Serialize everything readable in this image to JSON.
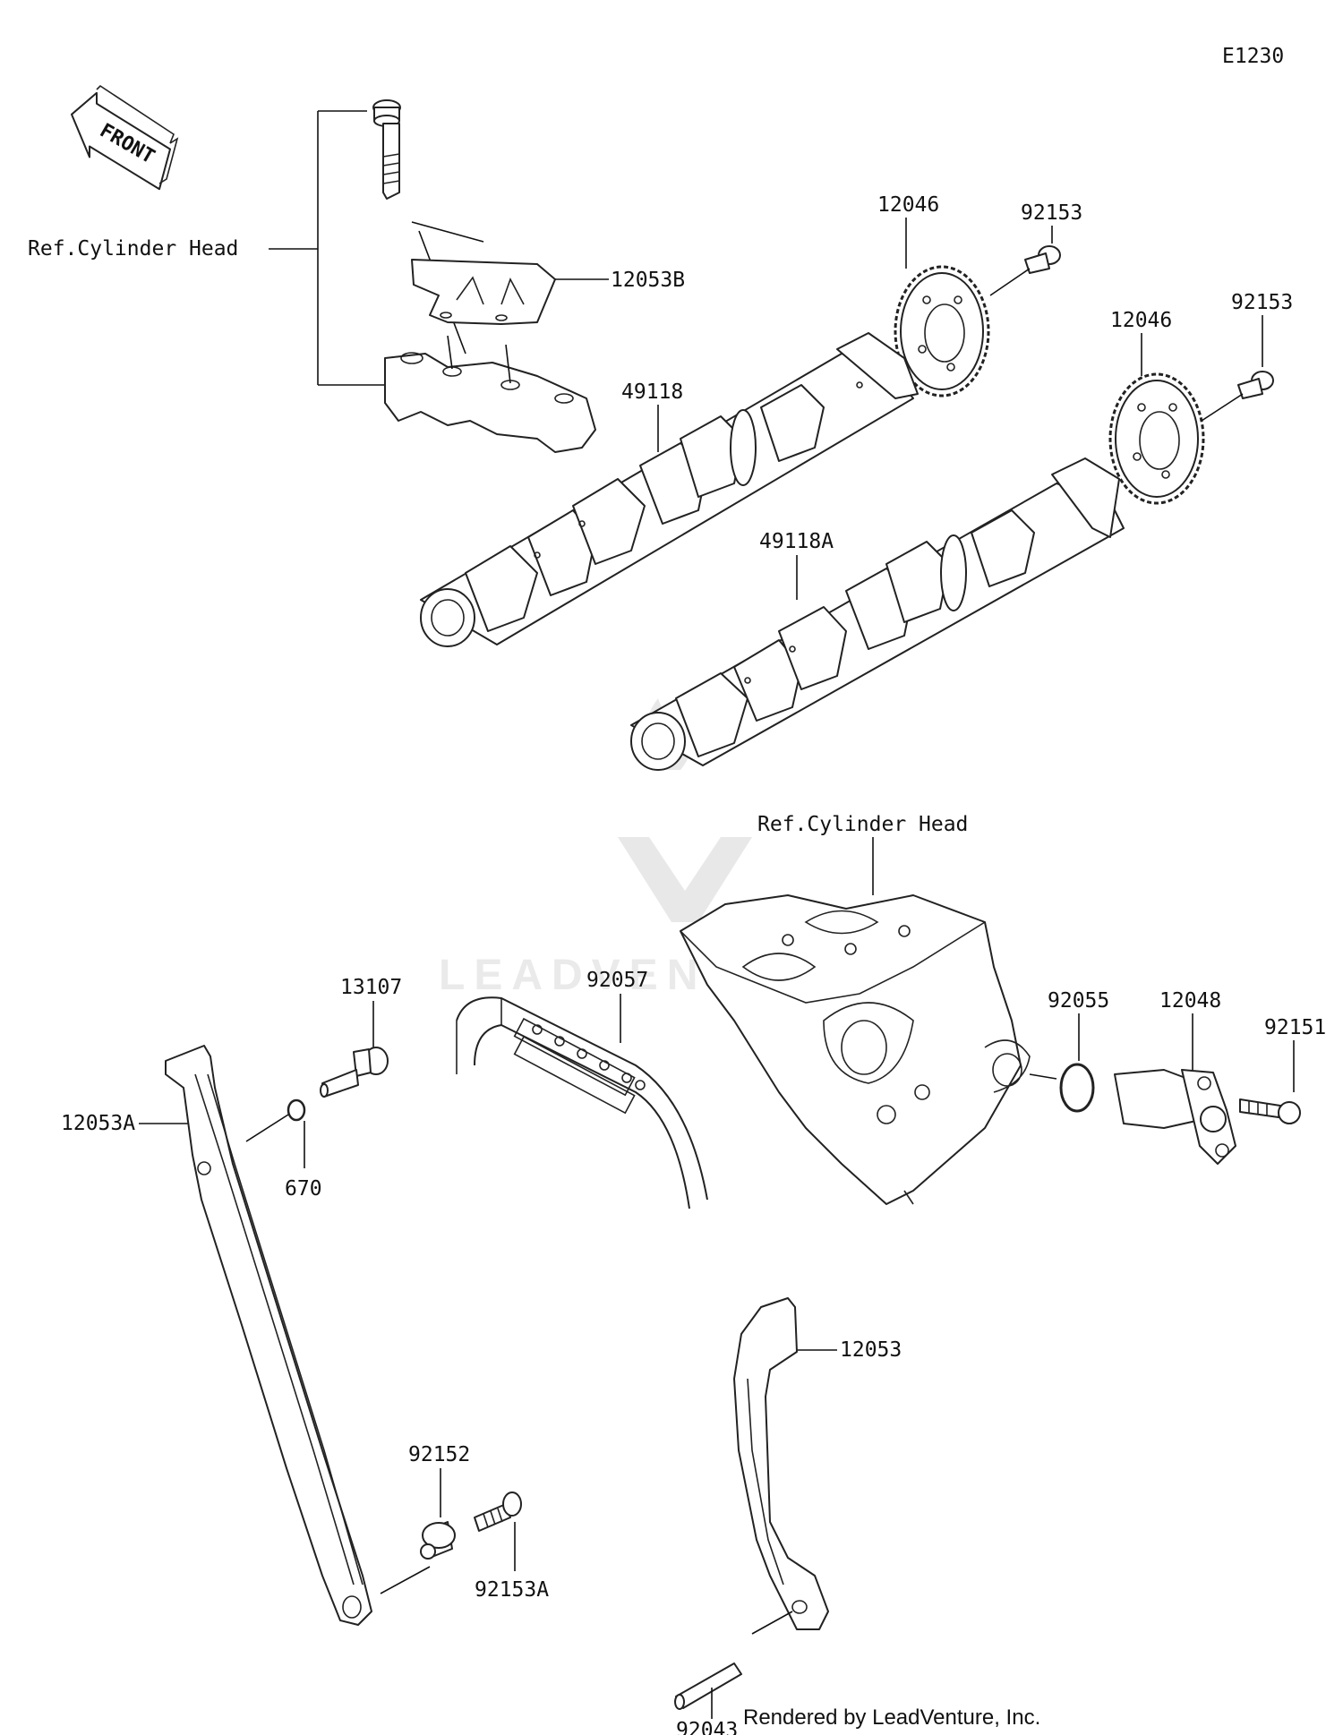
{
  "diagram_code": "E1230",
  "front_label": "FRONT",
  "watermark": "LEADVENTURE",
  "credit": "Rendered by LeadVenture, Inc.",
  "labels": {
    "ref_cylinder_head_top": "Ref.Cylinder Head",
    "ref_cylinder_head_mid": "Ref.Cylinder Head",
    "p12053B": "12053B",
    "p12046a": "12046",
    "p92153a": "92153",
    "p12046b": "12046",
    "p92153b": "92153",
    "p49118": "49118",
    "p49118A": "49118A",
    "p13107": "13107",
    "p92057": "92057",
    "p92055": "92055",
    "p12048": "12048",
    "p92151": "92151",
    "p12053A": "12053A",
    "p670": "670",
    "p12053": "12053",
    "p92152": "92152",
    "p92153A": "92153A",
    "p92043": "92043"
  }
}
